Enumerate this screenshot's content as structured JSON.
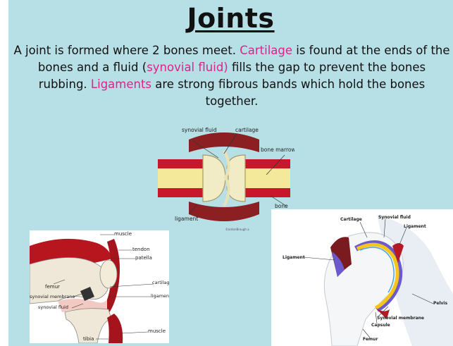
{
  "slide": {
    "title": "Joints",
    "text_parts": [
      {
        "t": "A joint is formed where 2 bones meet. ",
        "hl": false
      },
      {
        "t": "Cartilage",
        "hl": true
      },
      {
        "t": " is found at the ends of the bones and a fluid (",
        "hl": false
      },
      {
        "t": "synovial fluid)",
        "hl": true
      },
      {
        "t": " fills the gap to prevent the bones rubbing. ",
        "hl": false
      },
      {
        "t": "Ligaments",
        "hl": true
      },
      {
        "t": " are strong fibrous bands which hold the bones together.",
        "hl": false
      }
    ],
    "highlight_color": "#e0218a",
    "background_color": "#b7dfe6"
  },
  "diagram_top": {
    "labels": {
      "synovial_fluid": "synovial fluid",
      "cartilage": "cartilage",
      "bone_marrow": "bone marrow",
      "bone": "bone",
      "ligament": "ligament"
    },
    "copyright": "©antonBrough a"
  },
  "diagram_knee": {
    "labels": {
      "muscle_top": "muscle",
      "tendon": "tendon",
      "patella": "patella",
      "femur": "femur",
      "cartilage": "cartilage",
      "synovial_membrane": "synovial membrane",
      "ligament": "ligament",
      "synovial_fluid": "synovial fluid",
      "tibia": "tibia",
      "muscle_bottom": "muscle"
    }
  },
  "diagram_hip": {
    "labels": {
      "cartilage": "Cartilage",
      "synovial_fluid": "Synovial fluid",
      "ligament_right": "Ligament",
      "ligament_left": "Ligament",
      "pelvis": "Pelvis",
      "synovial_membrane": "Synovial membrane",
      "capsule": "Capsule",
      "femur": "Femur"
    }
  }
}
